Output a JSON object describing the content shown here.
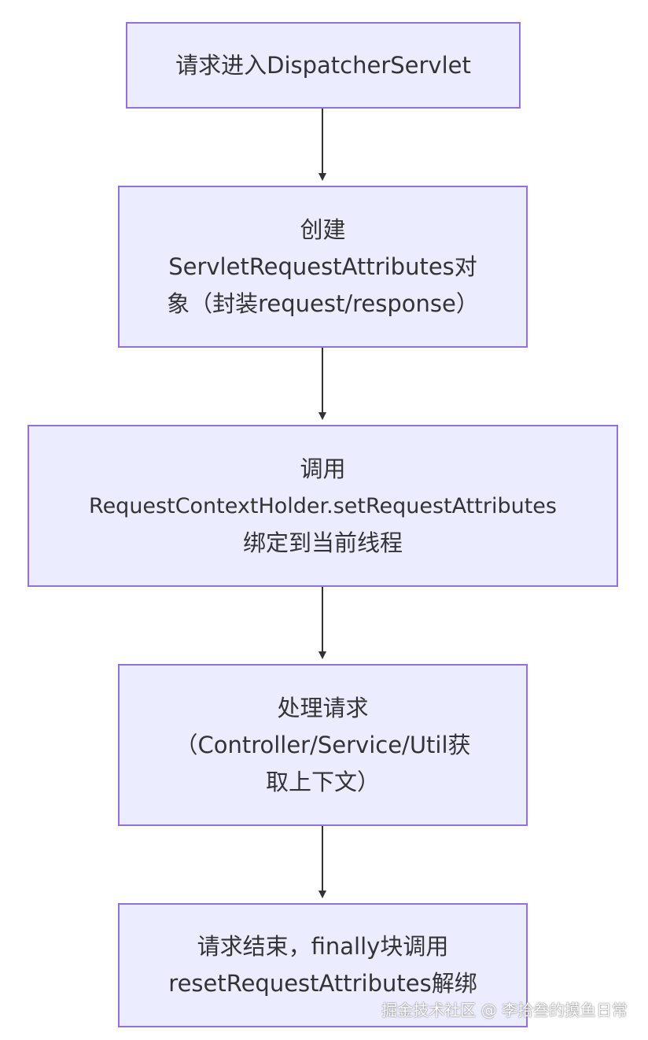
{
  "diagram": {
    "type": "flowchart",
    "colors": {
      "node_fill": "#ececff",
      "node_border": "#9370db",
      "edge": "#333333",
      "text": "#333333"
    },
    "nodes": [
      {
        "id": "n1",
        "lines": [
          "请求进入DispatcherServlet"
        ]
      },
      {
        "id": "n2",
        "lines": [
          "创建",
          "ServletRequestAttributes对",
          "象（封装request/response）"
        ]
      },
      {
        "id": "n3",
        "lines": [
          "调用",
          "RequestContextHolder.setRequestAttributes",
          "绑定到当前线程"
        ]
      },
      {
        "id": "n4",
        "lines": [
          "处理请求",
          "（Controller/Service/Util获",
          "取上下文）"
        ]
      },
      {
        "id": "n5",
        "lines": [
          "请求结束，finally块调用",
          "resetRequestAttributes解绑"
        ]
      }
    ],
    "edges": [
      {
        "from": "n1",
        "to": "n2"
      },
      {
        "from": "n2",
        "to": "n3"
      },
      {
        "from": "n3",
        "to": "n4"
      },
      {
        "from": "n4",
        "to": "n5"
      }
    ]
  },
  "watermark": "掘金技术社区 @ 李拾叁的摸鱼日常"
}
